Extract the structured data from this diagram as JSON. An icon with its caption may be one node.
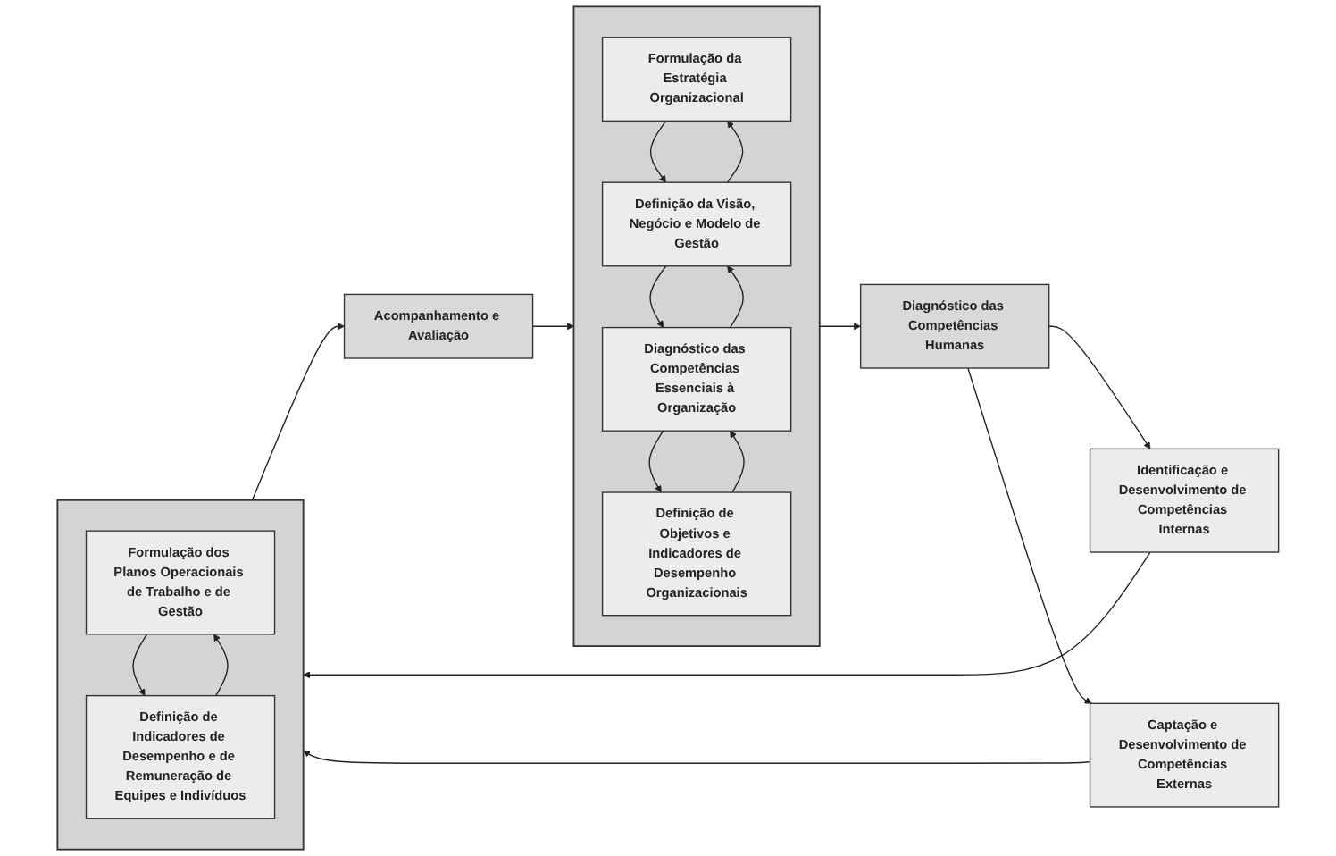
{
  "diagram": {
    "nodes": [
      {
        "text": [],
        "shape": "box"
      },
      {
        "text": [
          "Formulação da Estratégia Organizacional"
        ],
        "in": 0
      },
      {
        "text": [
          "Definição da Visão, Negócio e Modelo de Gestão"
        ],
        "in": 0
      },
      {
        "text": [
          "Diagnóstico das Competências Essenciais à Organização"
        ],
        "in": 0
      },
      {
        "text": [
          "Definição de Objetivos e Indicadores de Desempenho Organizacionais"
        ],
        "in": 0
      },
      {
        "text": [
          "Diagnóstico das Competências Humanas"
        ]
      },
      {
        "text": [
          "Identificação e Desenvolvimento de Competências Internas"
        ]
      },
      {
        "text": [
          "Captação e Desenvolvimento de Competências Externas"
        ]
      },
      {
        "text": [],
        "shape": "box"
      },
      {
        "text": [
          "Formulação dos Planos Operacionais de Trabalho e de Gestão"
        ],
        "in": 8
      },
      {
        "text": [
          "Definição de Indicadores de Desempenho e de Remuneração de Equipes e Indivíduos"
        ],
        "in": 8
      },
      {
        "text": [
          "Acompanhamento e Avaliação"
        ]
      }
    ],
    "edges": [
      {
        "from": 1,
        "to": 2,
        "arrow": "to"
      },
      {
        "from": 2,
        "to": 1,
        "arrow": "to"
      },
      {
        "from": 2,
        "to": 3,
        "arrow": "to"
      },
      {
        "from": 3,
        "to": 2,
        "arrow": "to"
      },
      {
        "from": 3,
        "to": 4,
        "arrow": "to"
      },
      {
        "from": 4,
        "to": 3,
        "arrow": "to"
      },
      {
        "from": 0,
        "to": 5,
        "arrow": "to"
      },
      {
        "from": 5,
        "to": 6,
        "arrow": "to"
      },
      {
        "from": 5,
        "to": 7,
        "arrow": "to"
      },
      {
        "from": 6,
        "to": 8,
        "arrow": "to"
      },
      {
        "from": 7,
        "to": 8,
        "arrow": "to"
      },
      {
        "from": 9,
        "to": 10,
        "arrow": "to"
      },
      {
        "from": 10,
        "to": 9,
        "arrow": "to"
      },
      {
        "from": 8,
        "to": 11,
        "arrow": "to"
      },
      {
        "from": 11,
        "to": 0,
        "arrow": "to"
      }
    ]
  }
}
